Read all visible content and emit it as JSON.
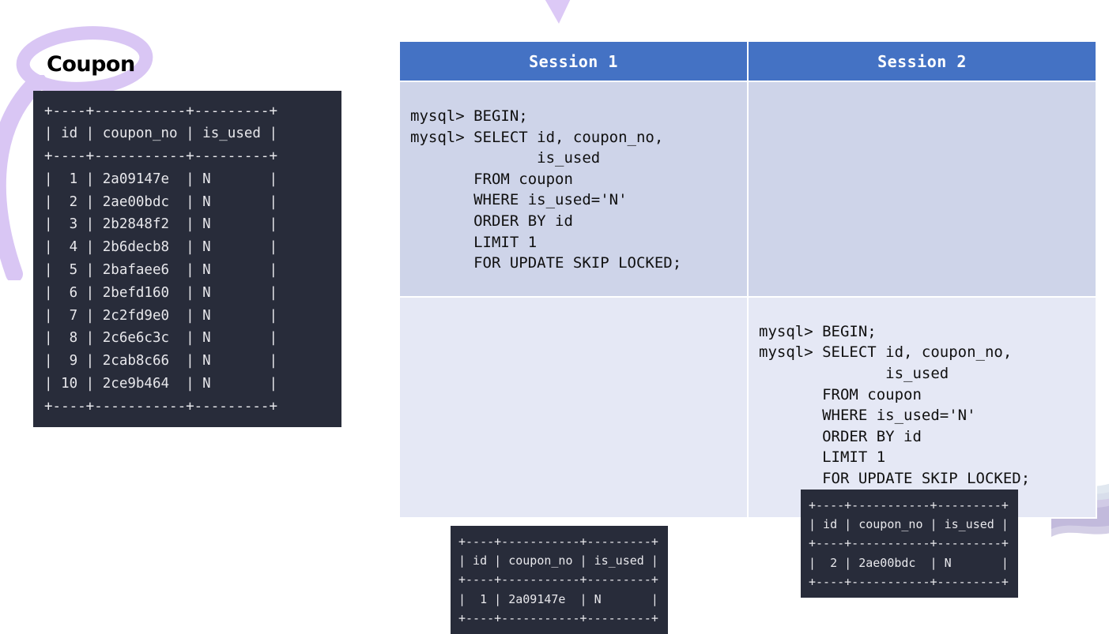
{
  "coupon_panel": {
    "title": "Coupon",
    "table_text": "+----+-----------+---------+\n| id | coupon_no | is_used |\n+----+-----------+---------+\n|  1 | 2a09147e  | N       |\n|  2 | 2ae00bdc  | N       |\n|  3 | 2b2848f2  | N       |\n|  4 | 2b6decb8  | N       |\n|  5 | 2bafaee6  | N       |\n|  6 | 2befd160  | N       |\n|  7 | 2c2fd9e0  | N       |\n|  8 | 2c6e6c3c  | N       |\n|  9 | 2cab8c66  | N       |\n| 10 | 2ce9b464  | N       |\n+----+-----------+---------+",
    "columns": [
      "id",
      "coupon_no",
      "is_used"
    ],
    "rows": [
      {
        "id": "1",
        "coupon_no": "2a09147e",
        "is_used": "N"
      },
      {
        "id": "2",
        "coupon_no": "2ae00bdc",
        "is_used": "N"
      },
      {
        "id": "3",
        "coupon_no": "2b2848f2",
        "is_used": "N"
      },
      {
        "id": "4",
        "coupon_no": "2b6decb8",
        "is_used": "N"
      },
      {
        "id": "5",
        "coupon_no": "2bafaee6",
        "is_used": "N"
      },
      {
        "id": "6",
        "coupon_no": "2befd160",
        "is_used": "N"
      },
      {
        "id": "7",
        "coupon_no": "2c2fd9e0",
        "is_used": "N"
      },
      {
        "id": "8",
        "coupon_no": "2c6e6c3c",
        "is_used": "N"
      },
      {
        "id": "9",
        "coupon_no": "2cab8c66",
        "is_used": "N"
      },
      {
        "id": "10",
        "coupon_no": "2ce9b464",
        "is_used": "N"
      }
    ]
  },
  "session_grid": {
    "headers": [
      "Session 1",
      "Session 2"
    ],
    "row1": {
      "session1_sql": "mysql> BEGIN;\nmysql> SELECT id, coupon_no,\n              is_used\n       FROM coupon\n       WHERE is_used='N'\n       ORDER BY id\n       LIMIT 1\n       FOR UPDATE SKIP LOCKED;",
      "session2_sql": ""
    },
    "row2": {
      "session1_result": "+----+-----------+---------+\n| id | coupon_no | is_used |\n+----+-----------+---------+\n|  1 | 2a09147e  | N       |\n+----+-----------+---------+",
      "session2_sql": "mysql> BEGIN;\nmysql> SELECT id, coupon_no,\n              is_used\n       FROM coupon\n       WHERE is_used='N'\n       ORDER BY id\n       LIMIT 1\n       FOR UPDATE SKIP LOCKED;",
      "session2_result": "+----+-----------+---------+\n| id | coupon_no | is_used |\n+----+-----------+---------+\n|  2 | 2ae00bdc  | N       |\n+----+-----------+---------+"
    },
    "results": {
      "session1": {
        "id": "1",
        "coupon_no": "2a09147e",
        "is_used": "N"
      },
      "session2": {
        "id": "2",
        "coupon_no": "2ae00bdc",
        "is_used": "N"
      }
    }
  },
  "colors": {
    "header_blue": "#4472C4",
    "row_a_bg": "#CED4E9",
    "row_b_bg": "#E5E8F5",
    "terminal_bg": "#282C3A",
    "terminal_fg": "#E8E8EC",
    "accent_purple": "#CDB8EE",
    "page_bg": "#FFFFFF"
  },
  "decorations": {
    "check": "check-mark",
    "left_arc": "arc-stroke",
    "ellipse": "ellipse-highlight",
    "swoosh": "ribbon-swoosh"
  }
}
